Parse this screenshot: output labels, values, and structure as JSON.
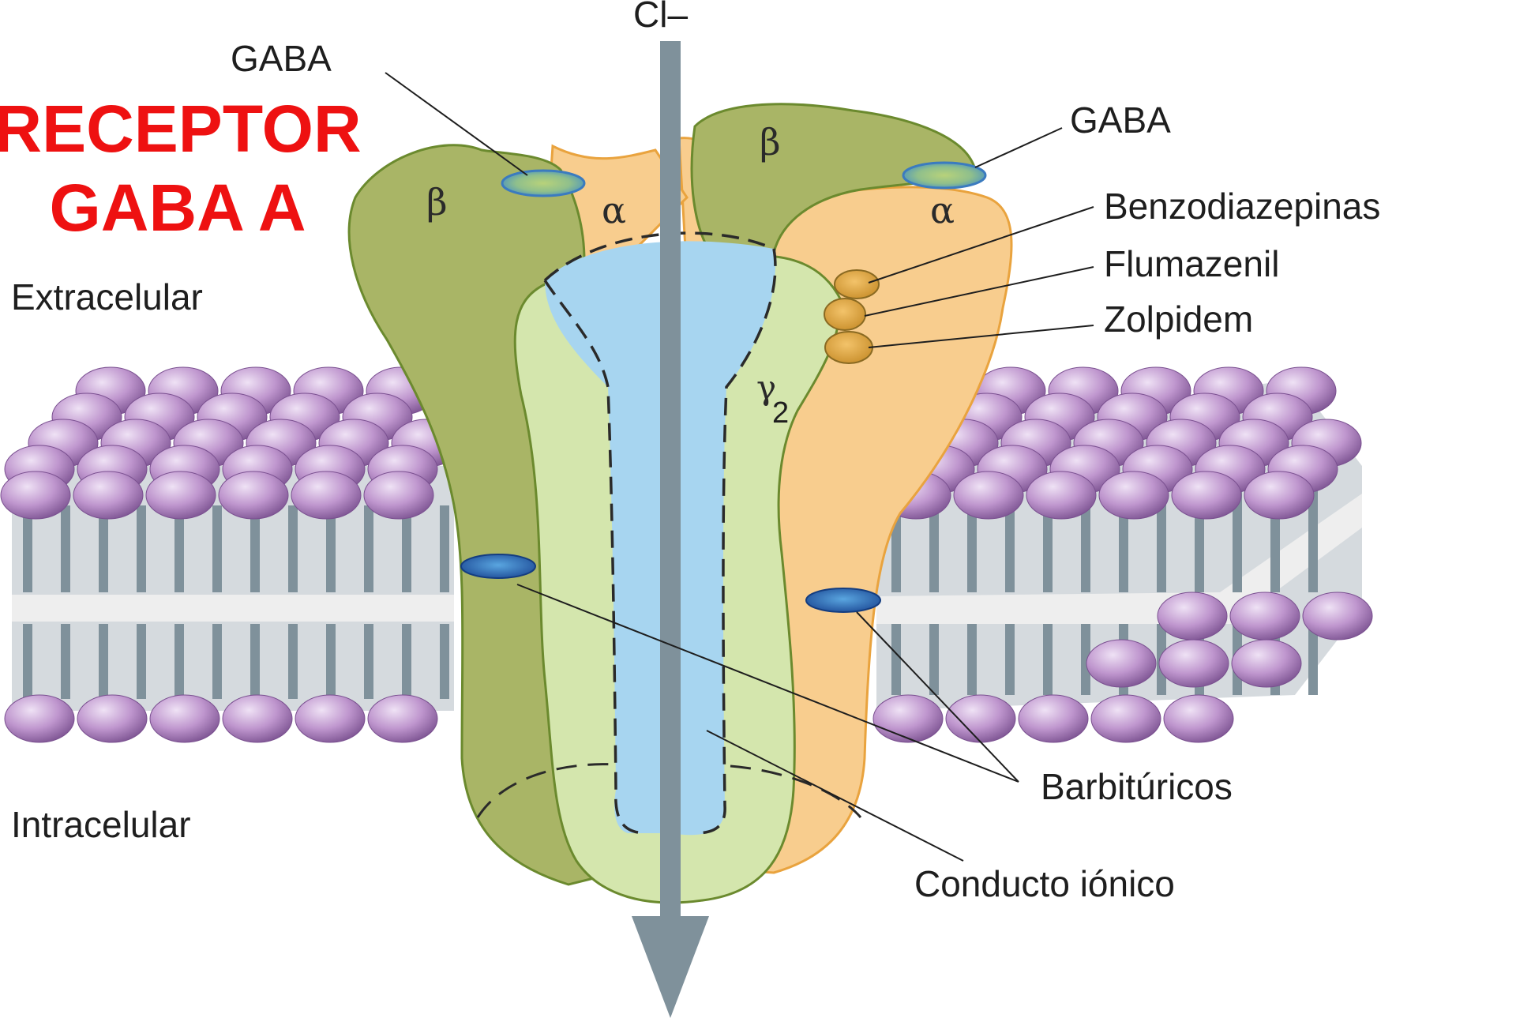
{
  "title": {
    "line1": "RECEPTOR",
    "line2": "GABA A"
  },
  "ion": "Cl–",
  "regions": {
    "extracellular": "Extracelular",
    "intracellular": "Intracelular"
  },
  "subunits": {
    "beta": "β",
    "alpha": "α",
    "gamma": "γ",
    "gamma_sub": "2"
  },
  "labels": {
    "gaba_left": "GABA",
    "gaba_right": "GABA",
    "benzodiazepinas": "Benzodiazepinas",
    "flumazenil": "Flumazenil",
    "zolpidem": "Zolpidem",
    "barbituricos": "Barbitúricos",
    "conducto": "Conducto iónico"
  },
  "colors": {
    "title": "#ee1111",
    "beta_subunit": "#a9b566",
    "alpha_subunit": "#f8cd8e",
    "gamma_subunit": "#d4e6ad",
    "channel": "#a7d5f0",
    "lipid_head": "#b98ec9",
    "arrow": "#7f919b"
  }
}
